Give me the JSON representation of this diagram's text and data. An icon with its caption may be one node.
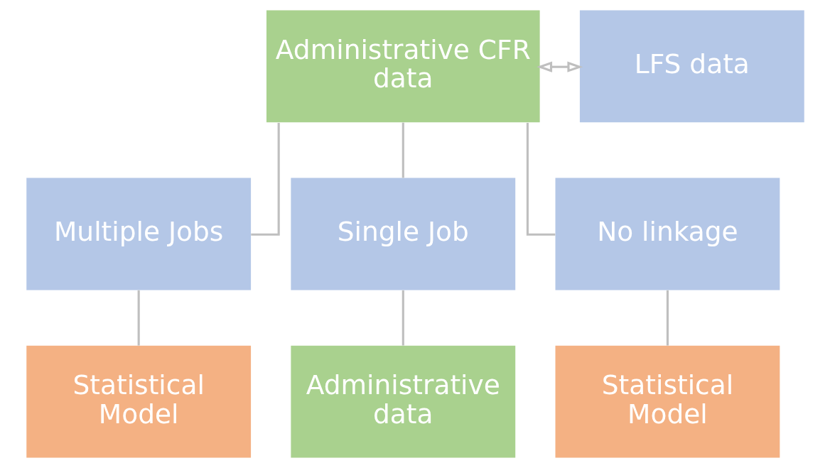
{
  "diagram": {
    "nodes": [
      {
        "text": [
          "Administrative CFR data"
        ]
      },
      {
        "text": [
          "LFS data"
        ]
      },
      {
        "text": [
          "Multiple Jobs"
        ]
      },
      {
        "text": [
          "Single Job"
        ]
      },
      {
        "text": [
          "No linkage"
        ]
      },
      {
        "text": [
          "Statistical Model"
        ]
      },
      {
        "text": [
          "Administrative data"
        ]
      },
      {
        "text": [
          "Statistical Model"
        ]
      }
    ],
    "edges": [
      {
        "from": 0,
        "to": 1,
        "arrow": "both"
      },
      {
        "from": 0,
        "to": 2,
        "arrow": "none"
      },
      {
        "from": 0,
        "to": 3,
        "arrow": "none"
      },
      {
        "from": 0,
        "to": 4,
        "arrow": "none"
      },
      {
        "from": 2,
        "to": 5,
        "arrow": "none"
      },
      {
        "from": 3,
        "to": 6,
        "arrow": "none"
      },
      {
        "from": 4,
        "to": 7,
        "arrow": "none"
      }
    ]
  }
}
